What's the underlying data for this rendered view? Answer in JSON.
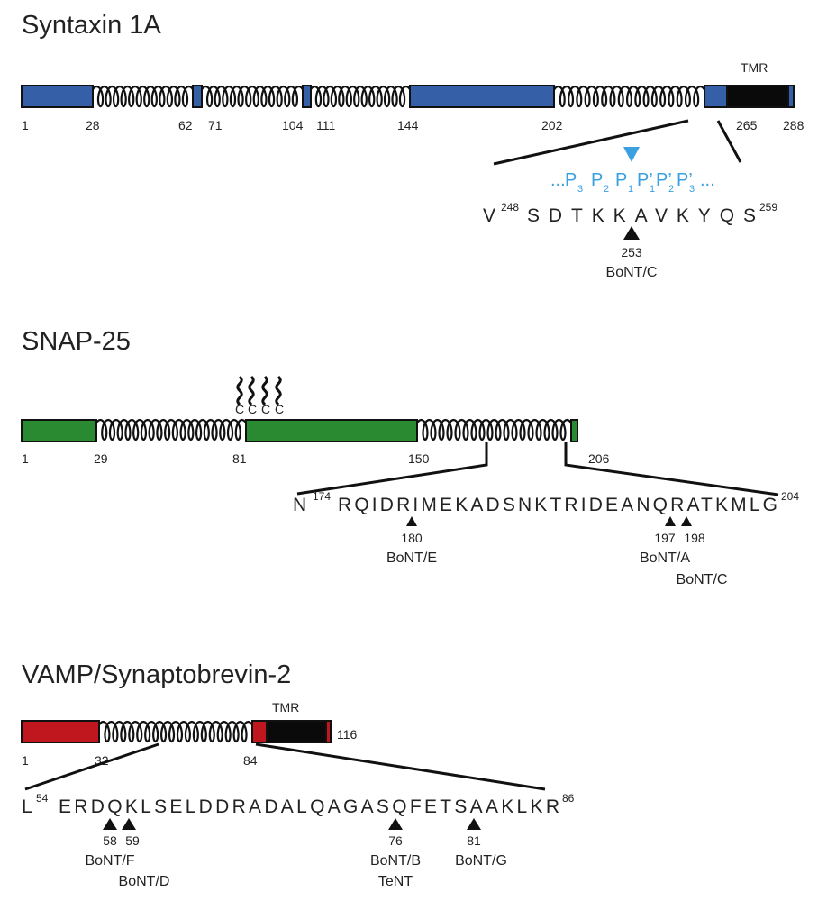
{
  "colors": {
    "syntaxin": "#3560a8",
    "snap25": "#2a8a32",
    "vamp": "#c0161d",
    "tmr": "#0a0a0a",
    "protease_site": "#3aa0e0",
    "line": "#111111"
  },
  "syntaxin": {
    "title": "Syntaxin 1A",
    "tmr_label": "TMR",
    "positions": [
      "1",
      "28",
      "62",
      "71",
      "104",
      "111",
      "144",
      "202",
      "265",
      "288"
    ],
    "subsite_prefix": "...",
    "subsite_suffix": "...",
    "subsites": [
      {
        "base": "P",
        "sub": "3"
      },
      {
        "base": "P",
        "sub": "2"
      },
      {
        "base": "P",
        "sub": "1"
      },
      {
        "base": "P’",
        "sub": "1"
      },
      {
        "base": "P’",
        "sub": "2"
      },
      {
        "base": "P’",
        "sub": "3"
      }
    ],
    "seq_start": "V",
    "seq_start_num": "248",
    "seq_body": "SDTKKAVKYQS",
    "seq_end_num": "259",
    "cleavages": [
      {
        "residue": "253",
        "toxin": "BoNT/C"
      }
    ]
  },
  "snap25": {
    "title": "SNAP-25",
    "palmitoyl_labels": [
      "C",
      "C",
      "C",
      "C"
    ],
    "positions": [
      "1",
      "29",
      "81",
      "150",
      "206"
    ],
    "seq_start": "N",
    "seq_start_num": "174",
    "seq_body": "RQIDRIMEKADSNKTRIDEANQRATKMLG",
    "seq_end_num": "204",
    "cleavages": [
      {
        "residue": "180",
        "toxin": "BoNT/E"
      },
      {
        "residue": "197",
        "toxin": "BoNT/A"
      },
      {
        "residue": "198",
        "toxin": "BoNT/C"
      }
    ]
  },
  "vamp": {
    "title": "VAMP/Synaptobrevin-2",
    "tmr_label": "TMR",
    "positions": [
      "1",
      "32",
      "84",
      "116"
    ],
    "seq_start": "L",
    "seq_start_num": "54",
    "seq_body": "ERDQKLSELDDRADALQAGASQFETSAAKLKR",
    "seq_end_num": "86",
    "cleavages": [
      {
        "residue": "58",
        "toxin": "BoNT/F"
      },
      {
        "residue": "59",
        "toxin": "BoNT/D"
      },
      {
        "residue": "76",
        "toxin": "BoNT/B",
        "toxin2": "TeNT"
      },
      {
        "residue": "81",
        "toxin": "BoNT/G"
      }
    ]
  }
}
